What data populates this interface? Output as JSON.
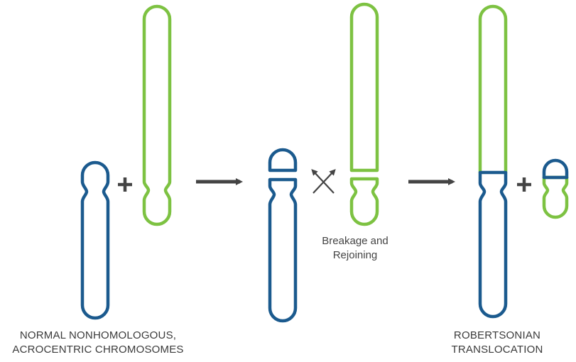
{
  "captions": {
    "normal_line1": "NORMAL NONHOMOLOGOUS,",
    "normal_line2": "ACROCENTRIC CHROMOSOMES",
    "breakage_line1": "Breakage and",
    "breakage_line2": "Rejoining",
    "result_line1": "ROBERTSONIAN",
    "result_line2": "TRANSLOCATION"
  },
  "colors": {
    "blue": "#1b5a8e",
    "green": "#7dc242",
    "arrow": "#444444",
    "text": "#3a3a3a"
  },
  "icons": {
    "plus": "plus-icon",
    "arrow": "right-arrow-icon",
    "exchange": "crossed-arrows-icon"
  }
}
